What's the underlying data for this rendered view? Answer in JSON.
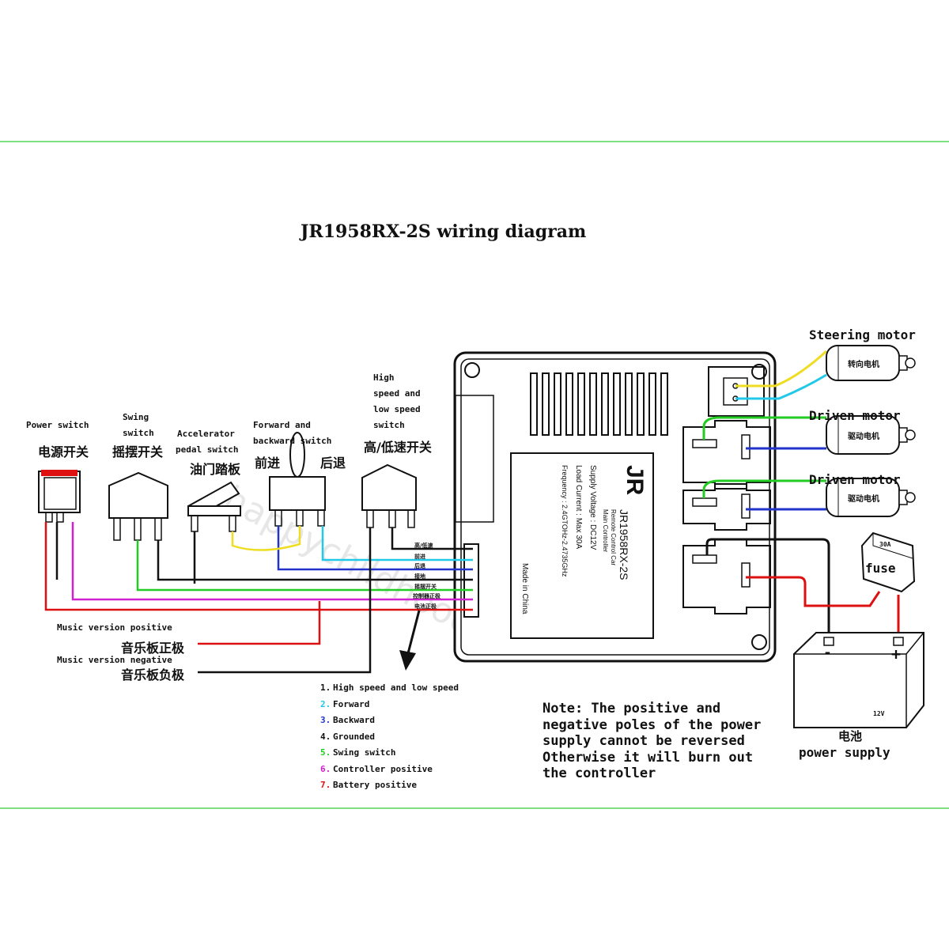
{
  "title": "JR1958RX-2S wiring diagram",
  "switches": {
    "power": {
      "en": "Power switch",
      "cn": "电源开关"
    },
    "swing": {
      "en_line1": "Swing",
      "en_line2": "switch",
      "cn": "摇摆开关"
    },
    "accelerator": {
      "en_line1": "Accelerator",
      "en_line2": "pedal switch",
      "cn": "油门踏板"
    },
    "forward_backward": {
      "en_line1": "Forward and",
      "en_line2": "backward switch",
      "cn_forward": "前进",
      "cn_backward": "后退"
    },
    "speed": {
      "en_line1": "High",
      "en_line2": "speed and",
      "en_line3": "low speed",
      "en_line4": "switch",
      "cn": "高/低速开关"
    }
  },
  "motors": {
    "steering": "Steering motor",
    "driven1": "Driven motor",
    "driven2": "Driven motor",
    "motor_tag1": "转向电机",
    "motor_tag2": "驱动电机",
    "motor_tag3": "驱动电机"
  },
  "controller": {
    "brand": "JR",
    "model": "JR1958RX-2S",
    "desc1": "Remote Control Car",
    "desc2": "Main Controller",
    "supply_voltage": "Supply Voltage : DC12V",
    "load_current": "Load Current : Max 30A",
    "frequency": "Frequency : 2.4GTOHz-2.4735GHz",
    "origin": "Made in China",
    "pins": [
      "高/低速",
      "前进",
      "后退",
      "接地",
      "摇摆开关",
      "控制器正极",
      "电池正极"
    ]
  },
  "music": {
    "positive_en": "Music version positive",
    "positive_cn": "音乐板正极",
    "negative_en": "Music version negative",
    "negative_cn": "音乐板负极"
  },
  "legend": [
    {
      "num": "1.",
      "text": "High speed and low speed",
      "color": "#111111"
    },
    {
      "num": "2.",
      "text": "Forward",
      "color": "#22c8e8"
    },
    {
      "num": "3.",
      "text": "Backward",
      "color": "#2233cc"
    },
    {
      "num": "4.",
      "text": "Grounded",
      "color": "#111111"
    },
    {
      "num": "5.",
      "text": "Swing switch",
      "color": "#22cc22"
    },
    {
      "num": "6.",
      "text": "Controller positive",
      "color": "#d020d0"
    },
    {
      "num": "7.",
      "text": "Battery positive",
      "color": "#dd1111"
    }
  ],
  "note": {
    "line1": "Note: The positive and",
    "line2": "negative poles of the power",
    "line3": "supply cannot be reversed",
    "line4": "Otherwise it will burn out",
    "line5": "the controller"
  },
  "battery": {
    "cn": "电池",
    "en": "power supply",
    "voltage": "12V",
    "minus": "-",
    "plus": "+"
  },
  "fuse": {
    "label": "fuse",
    "rating": "30A"
  },
  "watermark": "happychildhood9",
  "colors": {
    "frame": "#7ee07e",
    "red": "#dd1111",
    "magenta": "#d020d0",
    "green": "#22cc22",
    "black": "#111111",
    "blue": "#2233cc",
    "cyan": "#22c8e8",
    "yellow": "#eedd22"
  }
}
